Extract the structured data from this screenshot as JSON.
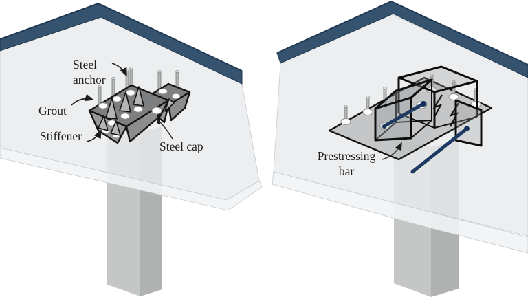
{
  "figure": {
    "type": "isometric-construction-detail-illustration",
    "panels": {
      "left": {
        "description": "steel cap with stiffeners grouted to slab soffit above column",
        "labels": {
          "steel_anchor": {
            "line1": "Steel",
            "line2": "anchor"
          },
          "grout": "Grout",
          "stiffener": "Stiffener",
          "steel_cap": "Steel cap"
        }
      },
      "right": {
        "description": "steel cap plate with box frames and prestressing bars under slab above column",
        "labels": {
          "prestressing_bar": {
            "line1": "Prestressing",
            "line2": "bar"
          }
        }
      }
    }
  },
  "colors": {
    "background": "#ffffff",
    "slab_blue": "#35536e",
    "slab_gray": "#e8eaec",
    "column_light": "#c5c7c7",
    "column_dark": "#b0b2b2",
    "cap_top": "#7d7f80",
    "cap_side": "#97999a",
    "outline_black": "#141414",
    "grout_white": "#fdfdfd",
    "bar_navy": "#1d3a63",
    "text_color": "#1f1f1f"
  }
}
